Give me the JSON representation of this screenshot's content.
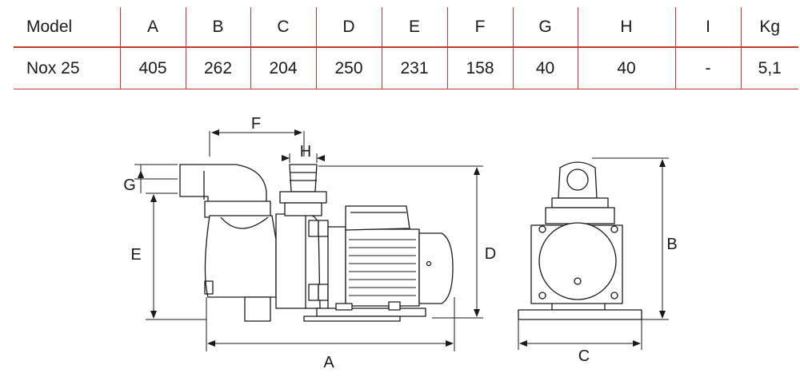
{
  "table": {
    "headers": [
      "Model",
      "A",
      "B",
      "C",
      "D",
      "E",
      "F",
      "G",
      "H",
      "I",
      "Kg"
    ],
    "rows": [
      [
        "Nox 25",
        "405",
        "262",
        "204",
        "250",
        "231",
        "158",
        "40",
        "40",
        "-",
        "5,1"
      ]
    ]
  },
  "drawing": {
    "dims": {
      "A": "A",
      "B": "B",
      "C": "C",
      "D": "D",
      "E": "E",
      "F": "F",
      "G": "G",
      "H": "H"
    }
  },
  "colors": {
    "rule": "#c0392b",
    "line": "#1a1a1a"
  }
}
